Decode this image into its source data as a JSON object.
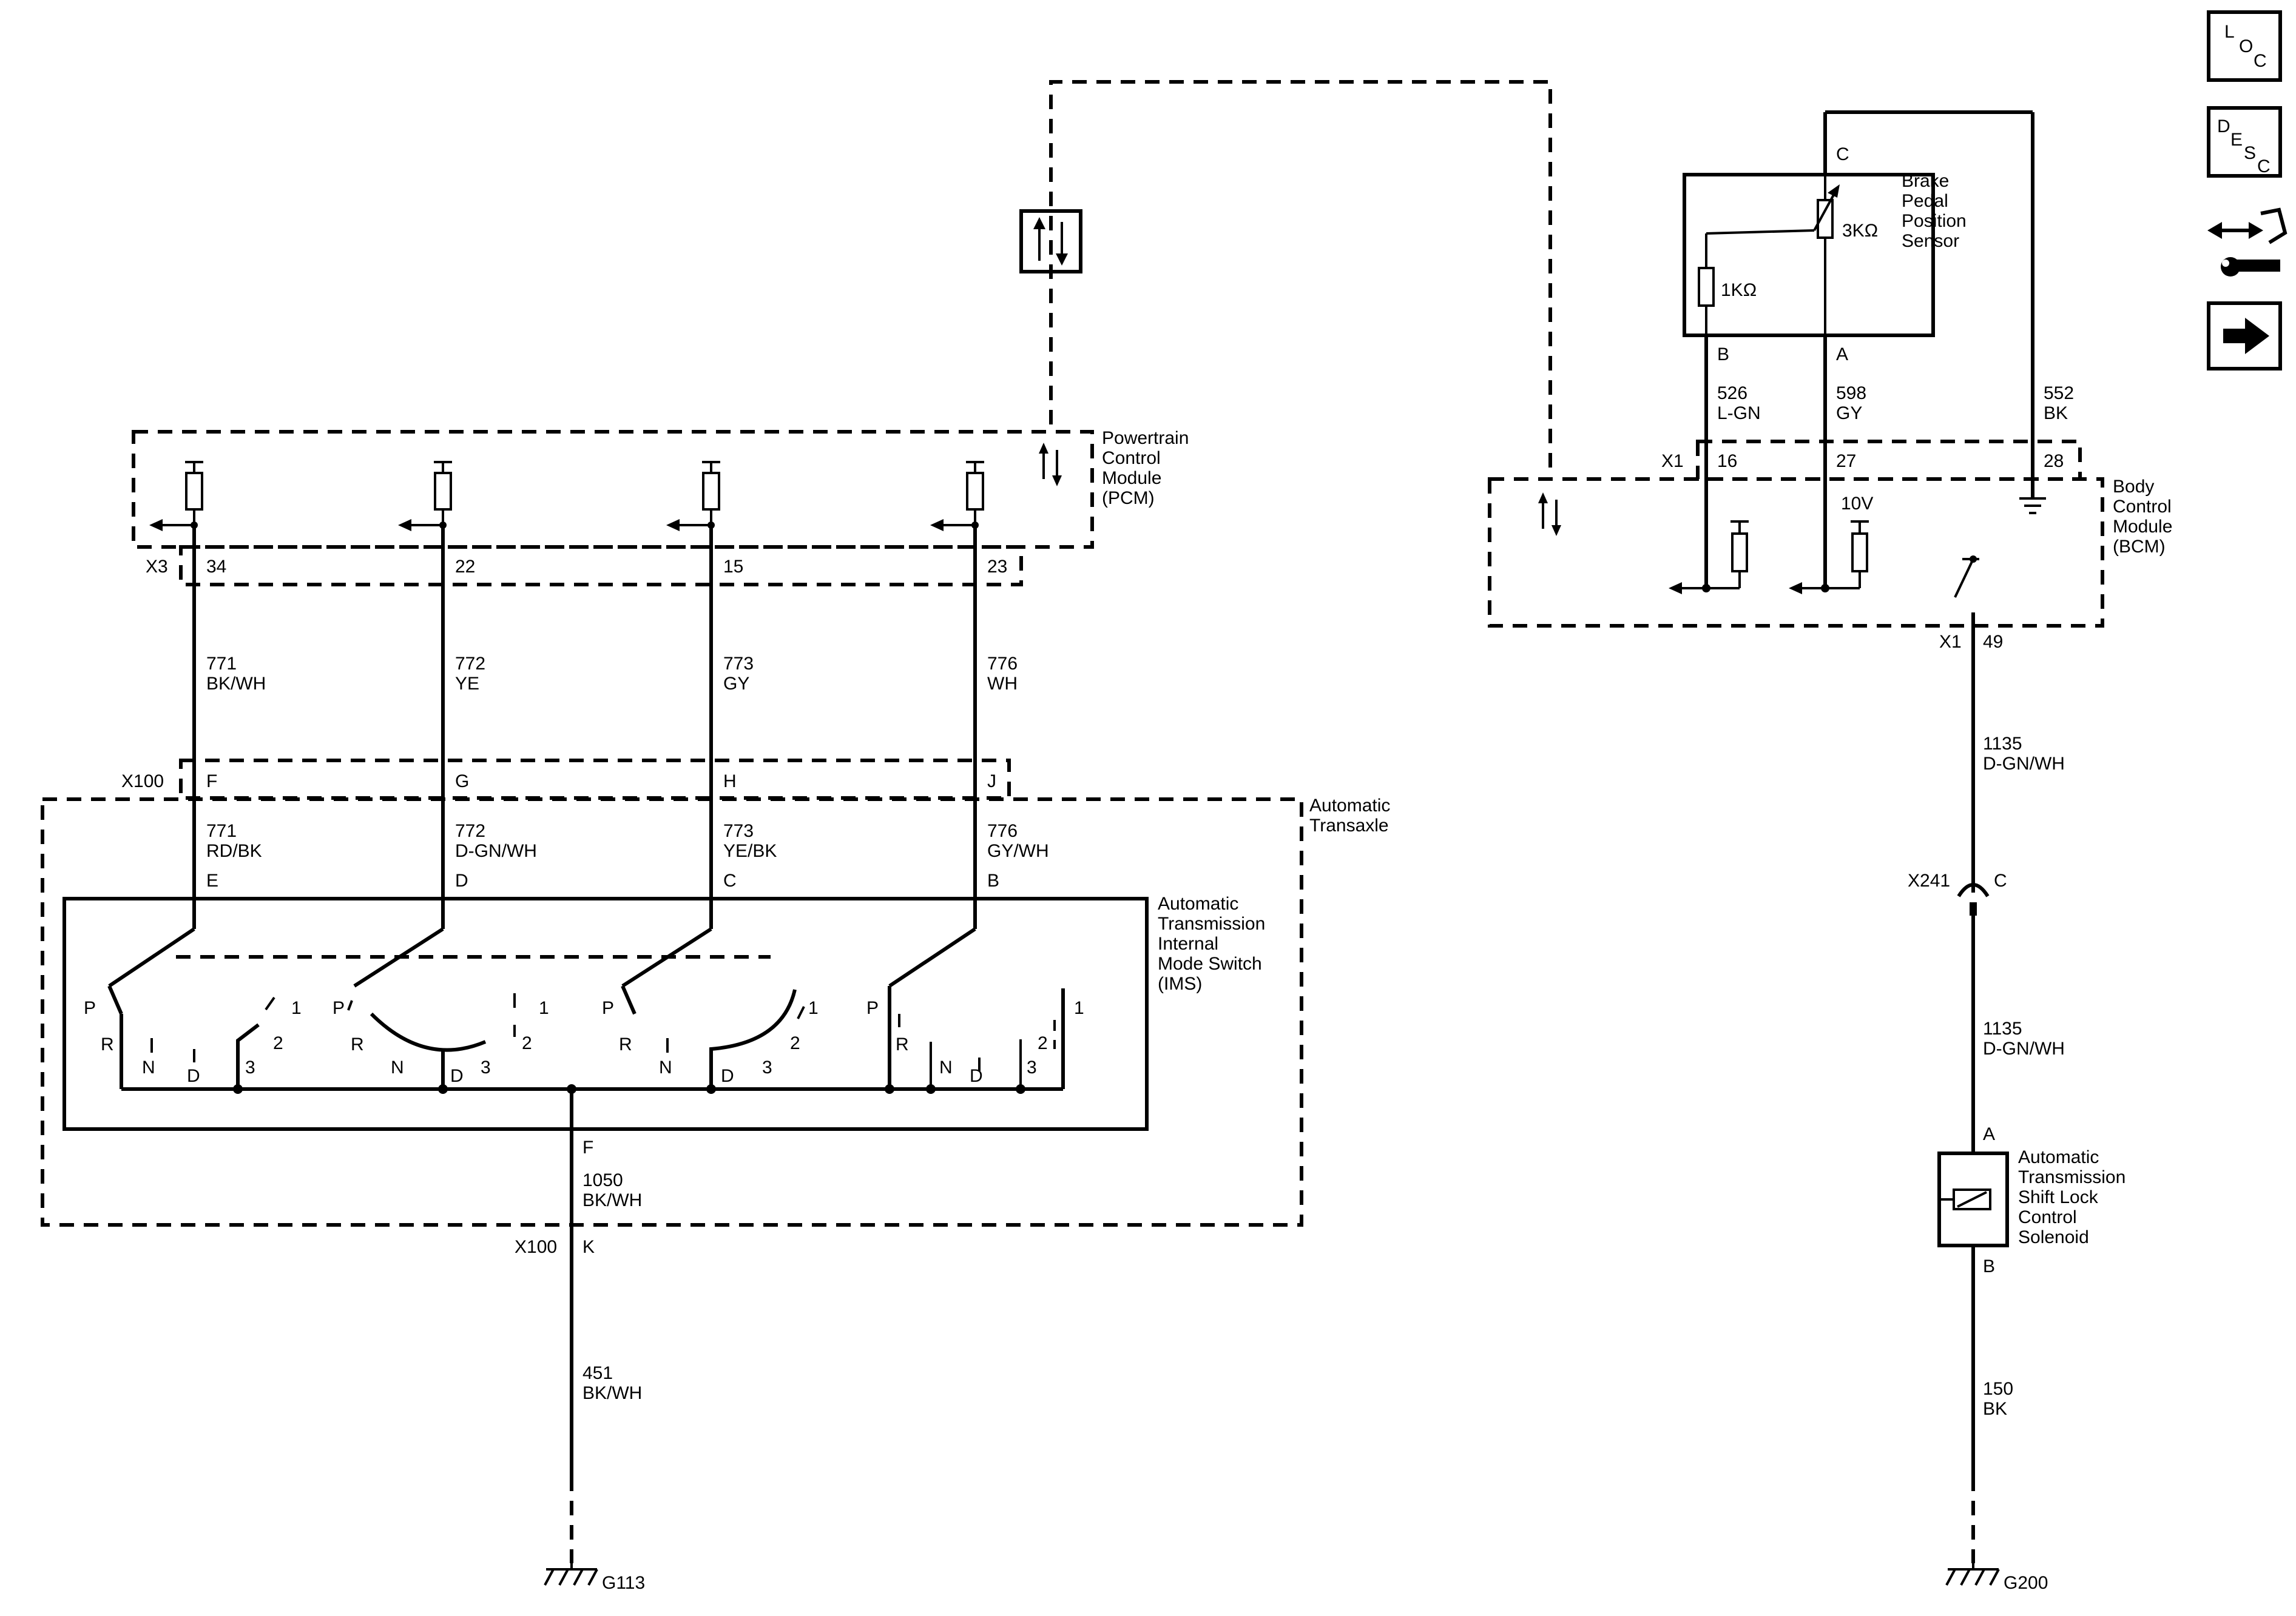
{
  "modules": {
    "pcm": {
      "name": [
        "Powertrain",
        "Control",
        "Module",
        "(PCM)"
      ]
    },
    "bcm": {
      "name": [
        "Body",
        "Control",
        "Module",
        "(BCM)"
      ]
    },
    "transaxle": {
      "name": [
        "Automatic",
        "Transaxle"
      ]
    },
    "ims": {
      "name": [
        "Automatic",
        "Transmission",
        "Internal",
        "Mode Switch",
        "(IMS)"
      ]
    },
    "brake_sensor": {
      "name": [
        "Brake",
        "Pedal",
        "Position",
        "Sensor"
      ],
      "r1": "1KΩ",
      "r2": "3KΩ"
    },
    "solenoid": {
      "name": [
        "Automatic",
        "Transmission",
        "Shift Lock",
        "Control",
        "Solenoid"
      ]
    }
  },
  "connectors": {
    "x3": "X3",
    "x100": "X100",
    "x1": "X1",
    "x241": "X241",
    "x3_pins": [
      "34",
      "22",
      "15",
      "23"
    ],
    "x100_top_pins": [
      "F",
      "G",
      "H",
      "J"
    ],
    "ims_pins": [
      "E",
      "D",
      "C",
      "B"
    ],
    "ims_ground_pin": "F",
    "x100_ground_pin": "K",
    "x1_top_pins": [
      "16",
      "27",
      "28"
    ],
    "x1_bottom_pin": "49",
    "x241_pin": "C",
    "sensor_pins": {
      "c": "C",
      "b": "B",
      "a": "A"
    },
    "solenoid_pins": {
      "a": "A",
      "b": "B"
    }
  },
  "circuits": {
    "upper": [
      {
        "number": "771",
        "color": "BK/WH"
      },
      {
        "number": "772",
        "color": "YE"
      },
      {
        "number": "773",
        "color": "GY"
      },
      {
        "number": "776",
        "color": "WH"
      }
    ],
    "lower": [
      {
        "number": "771",
        "color": "RD/BK"
      },
      {
        "number": "772",
        "color": "D-GN/WH"
      },
      {
        "number": "773",
        "color": "YE/BK"
      },
      {
        "number": "776",
        "color": "GY/WH"
      }
    ],
    "ims_ground": {
      "number": "1050",
      "color": "BK/WH"
    },
    "ground_g113": {
      "number": "451",
      "color": "BK/WH"
    },
    "sensor_b": {
      "number": "526",
      "color": "L-GN"
    },
    "sensor_a": {
      "number": "598",
      "color": "GY"
    },
    "sensor_c": {
      "number": "552",
      "color": "BK"
    },
    "bcm_out": {
      "number": "1135",
      "color": "D-GN/WH"
    },
    "solenoid_feed": {
      "number": "1135",
      "color": "D-GN/WH"
    },
    "ground_g200": {
      "number": "150",
      "color": "BK"
    }
  },
  "grounds": {
    "g113": "G113",
    "g200": "G200"
  },
  "bcm_reference": "10V",
  "switch_positions": {
    "g1": [
      "P",
      "R",
      "N",
      "D",
      "3",
      "2",
      "1"
    ],
    "g2": [
      "P",
      "R",
      "N",
      "D",
      "3",
      "2",
      "1"
    ],
    "g3": [
      "P",
      "R",
      "N",
      "D",
      "3",
      "2",
      "1"
    ],
    "g4": [
      "P",
      "R",
      "N",
      "D",
      "3",
      "2",
      "1"
    ]
  },
  "nav": {
    "loc": [
      "L",
      "O",
      "C"
    ],
    "desc": [
      "D",
      "E",
      "S",
      "C"
    ],
    "icons": [
      "connector-icon",
      "arrow-right-icon"
    ]
  }
}
